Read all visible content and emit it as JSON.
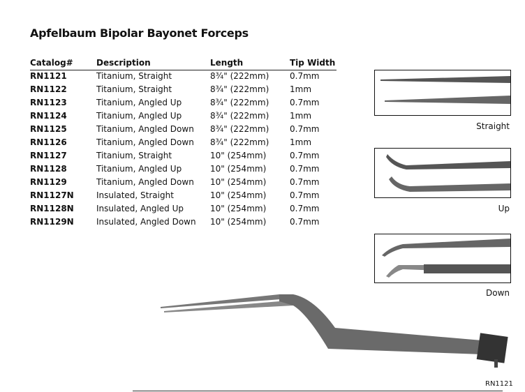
{
  "title": "Apfelbaum Bipolar Bayonet Forceps",
  "table": {
    "headers": [
      "Catalog#",
      "Description",
      "Length",
      "Tip Width"
    ],
    "rows": [
      [
        "RN1121",
        "Titanium, Straight",
        "8¾\" (222mm)",
        "0.7mm"
      ],
      [
        "RN1122",
        "Titanium, Straight",
        "8¾\" (222mm)",
        "1mm"
      ],
      [
        "RN1123",
        "Titanium, Angled Up",
        "8¾\" (222mm)",
        "0.7mm"
      ],
      [
        "RN1124",
        "Titanium, Angled Up",
        "8¾\" (222mm)",
        "1mm"
      ],
      [
        "RN1125",
        "Titanium, Angled Down",
        "8¾\" (222mm)",
        "0.7mm"
      ],
      [
        "RN1126",
        "Titanium, Angled Down",
        "8¾\" (222mm)",
        "1mm"
      ],
      [
        "RN1127",
        "Titanium, Straight",
        "10\" (254mm)",
        "0.7mm"
      ],
      [
        "RN1128",
        "Titanium, Angled Up",
        "10\" (254mm)",
        "0.7mm"
      ],
      [
        "RN1129",
        "Titanium, Angled Down",
        "10\" (254mm)",
        "0.7mm"
      ],
      [
        "RN1127N",
        "Insulated, Straight",
        "10\" (254mm)",
        "0.7mm"
      ],
      [
        "RN1128N",
        "Insulated, Angled Up",
        "10\" (254mm)",
        "0.7mm"
      ],
      [
        "RN1129N",
        "Insulated, Angled Down",
        "10\" (254mm)",
        "0.7mm"
      ]
    ]
  },
  "tips": {
    "straight": "Straight",
    "up": "Up",
    "down": "Down"
  },
  "caption": "RN1121"
}
